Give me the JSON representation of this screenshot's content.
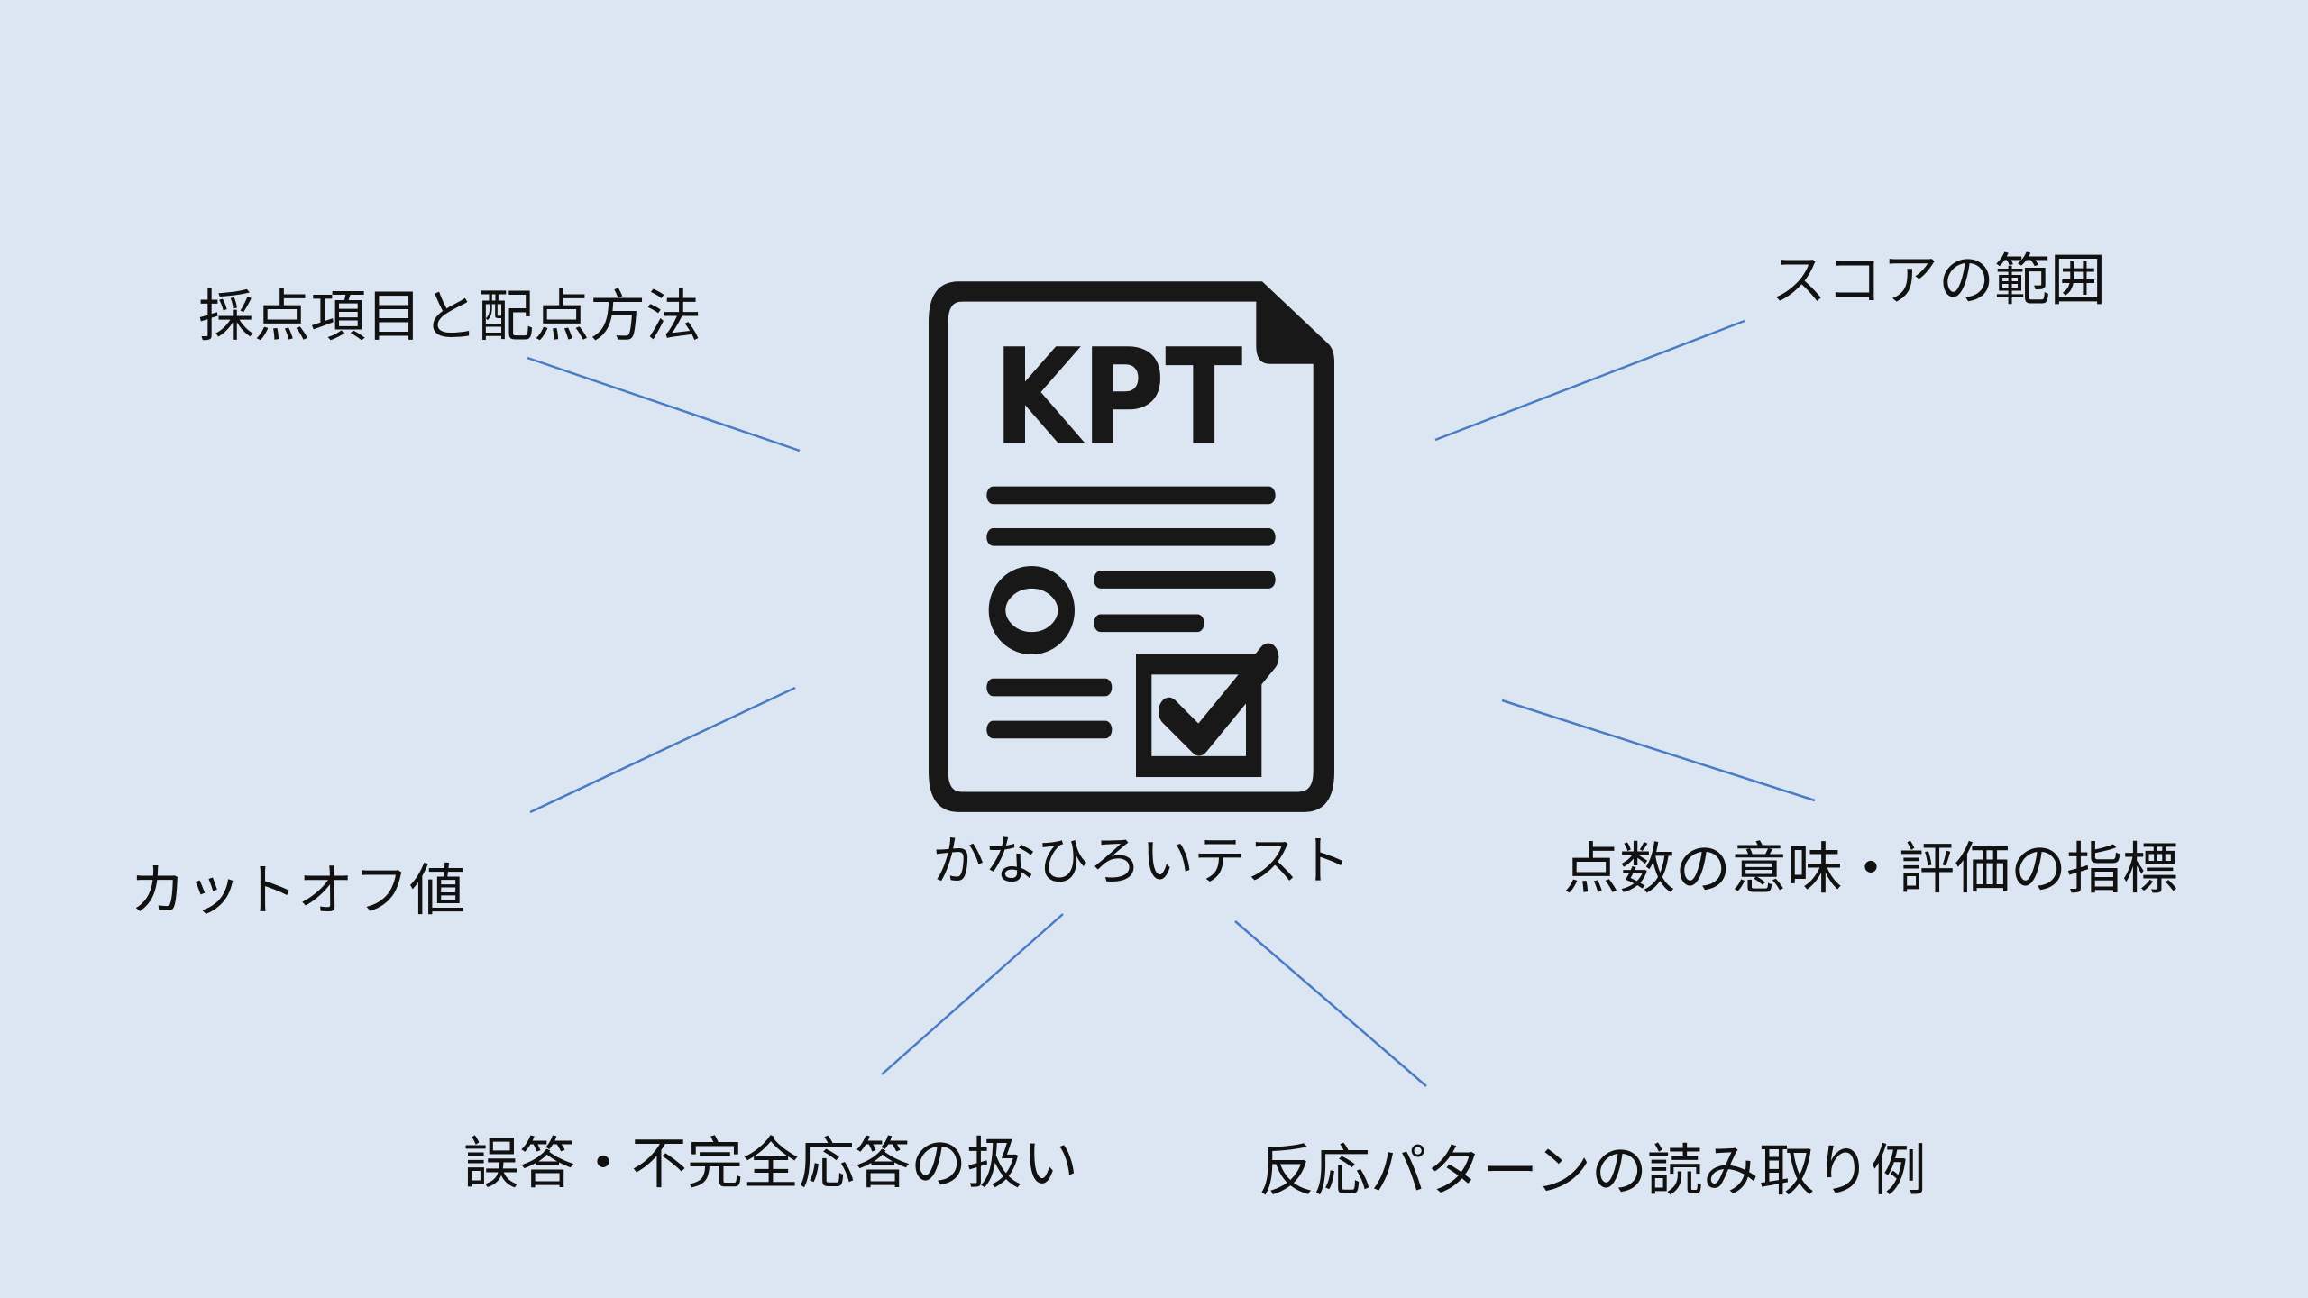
{
  "center": {
    "icon_text": "KPT",
    "title": "かなひろいテスト",
    "icon": "document-checklist-icon"
  },
  "topics": [
    {
      "label": "採点項目と配点方法"
    },
    {
      "label": "スコアの範囲"
    },
    {
      "label": "カットオフ値"
    },
    {
      "label": "点数の意味・評価の指標"
    },
    {
      "label": "誤答・不完全応答の扱い"
    },
    {
      "label": "反応パターンの読み取り例"
    }
  ],
  "colors": {
    "background": "#dce6f2",
    "connector": "#4a7cc4",
    "text": "#111111"
  }
}
